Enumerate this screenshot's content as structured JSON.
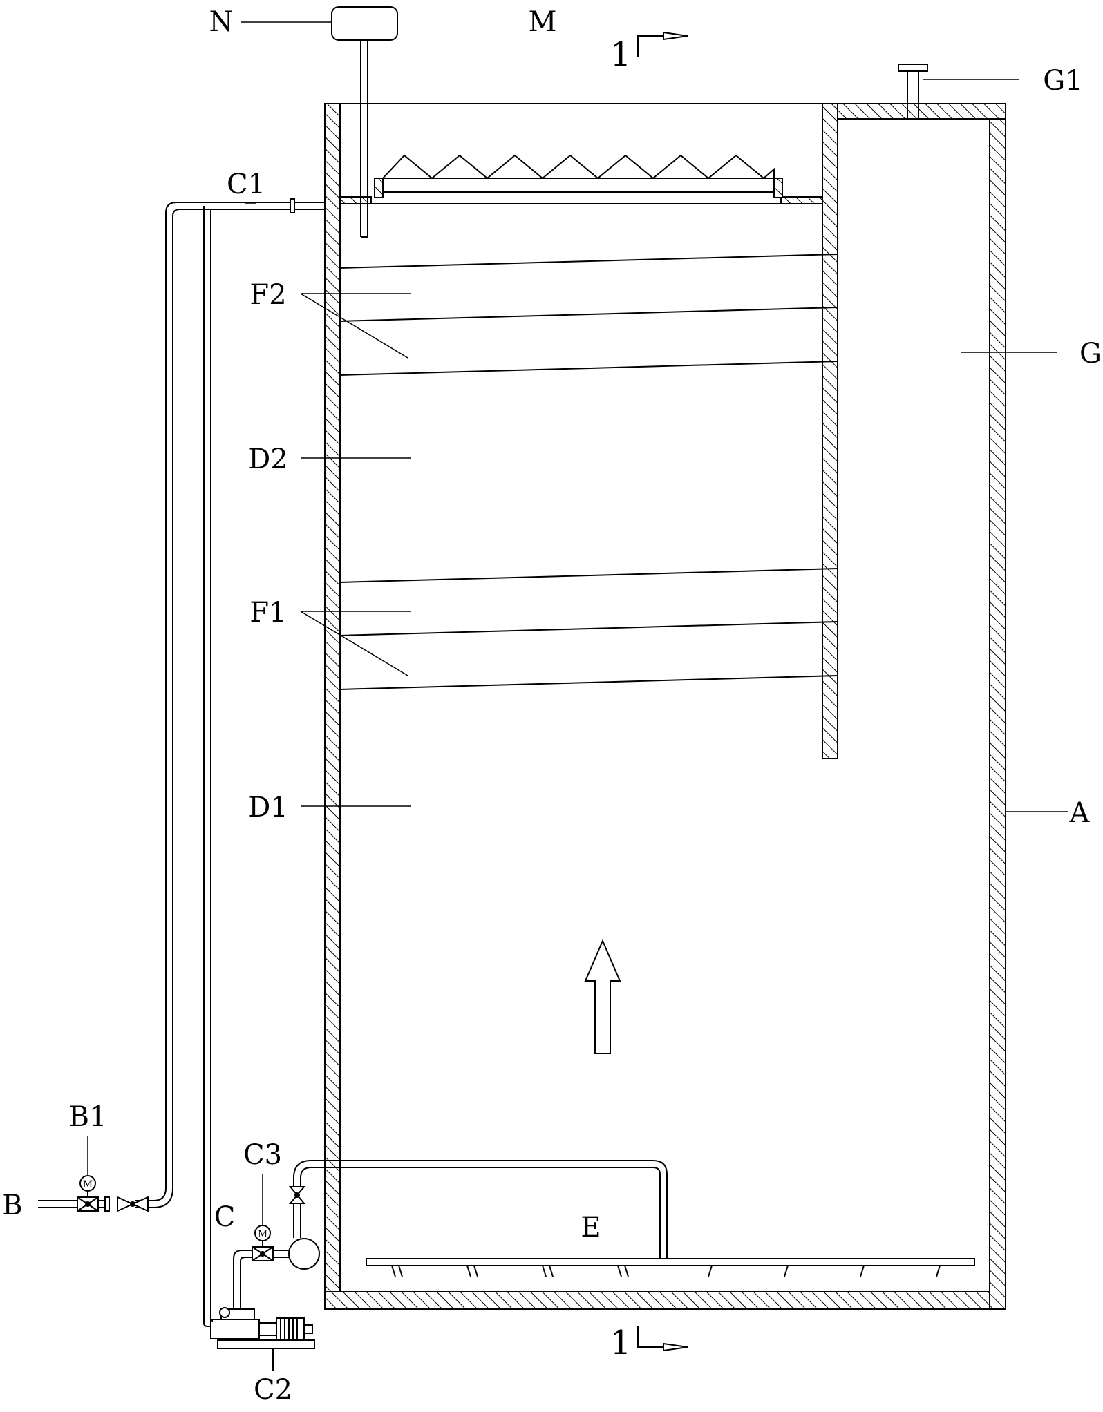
{
  "labels": {
    "N": "N",
    "M": "M",
    "section_top": "1",
    "section_bottom": "1",
    "G1": "G1",
    "C1": "C1",
    "F2": "F2",
    "G": "G",
    "D2": "D2",
    "F1": "F1",
    "D1": "D1",
    "A": "A",
    "B1": "B1",
    "C3": "C3",
    "B": "B",
    "C": "C",
    "E": "E",
    "C2": "C2",
    "motor_valve_B1": "M",
    "motor_valve_C3": "M"
  },
  "colors": {
    "line": "#000000",
    "background": "#ffffff"
  }
}
